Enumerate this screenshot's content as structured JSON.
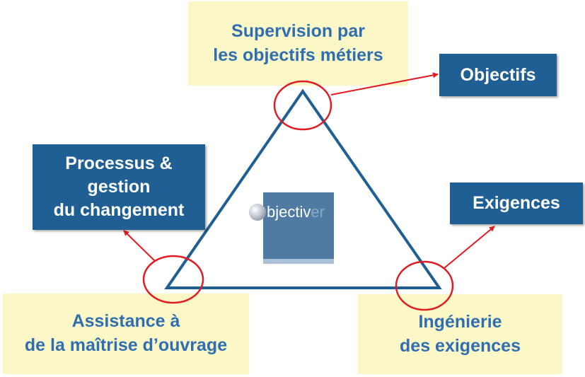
{
  "notes": {
    "top": [
      "Supervision par",
      "les objectifs métiers"
    ],
    "bottom_left": [
      "Assistance à",
      "de la maîtrise d’ouvrage"
    ],
    "bottom_right": [
      "Ingénierie",
      "des exigences"
    ]
  },
  "boxes": {
    "objectifs": [
      "Objectifs"
    ],
    "processus": [
      "Processus &",
      "gestion",
      "du changement"
    ],
    "exigences": [
      "Exigences"
    ]
  },
  "logo": {
    "main": "bjectiv",
    "end": "er"
  },
  "colors": {
    "note_bg": "#fbf7c7",
    "note_text": "#2f6fb1",
    "box_bg": "#1f5f93",
    "triangle": "#1f5f93",
    "highlight": "#e11b22"
  }
}
